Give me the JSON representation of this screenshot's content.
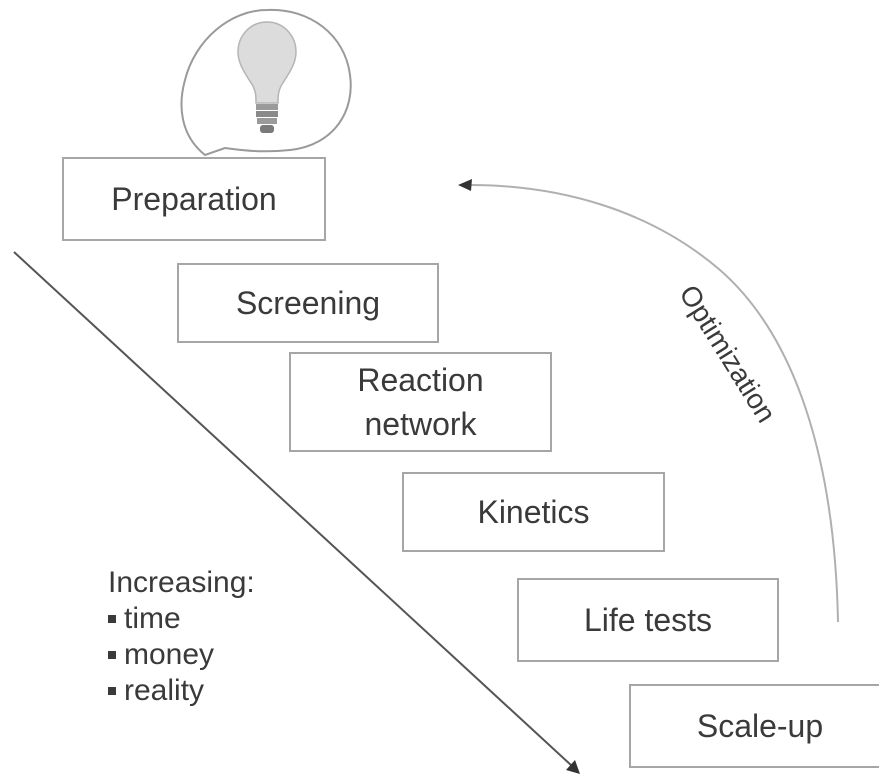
{
  "steps": [
    {
      "id": "preparation",
      "lines": [
        "Preparation"
      ]
    },
    {
      "id": "screening",
      "lines": [
        "Screening"
      ]
    },
    {
      "id": "reaction-network",
      "lines": [
        "Reaction",
        "network"
      ]
    },
    {
      "id": "kinetics",
      "lines": [
        "Kinetics"
      ]
    },
    {
      "id": "life-tests",
      "lines": [
        "Life tests"
      ]
    },
    {
      "id": "scale-up",
      "lines": [
        "Scale-up"
      ]
    }
  ],
  "increasing": {
    "title": "Increasing:",
    "items": [
      "time",
      "money",
      "reality"
    ]
  },
  "optimization_label": "Optimization",
  "icons": {
    "idea": "lightbulb-icon"
  },
  "colors": {
    "box_border": "#a6a6a6",
    "text": "#3a3a3a",
    "arrow": "#555555",
    "curve": "#b0b0b0"
  }
}
